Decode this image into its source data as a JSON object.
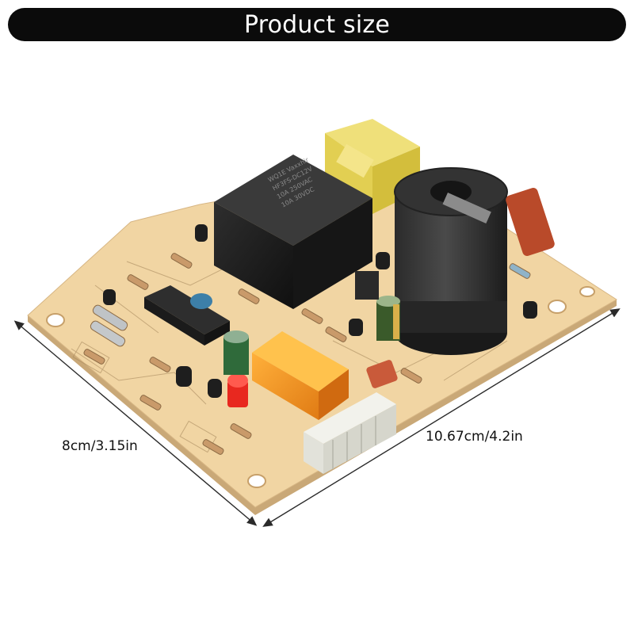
{
  "header": {
    "title": "Product size"
  },
  "dimensions": {
    "width_label": "8cm/3.15in",
    "length_label": "10.67cm/4.2in"
  },
  "product": {
    "image": "pcb-ignition-control-board",
    "relay_black_text": "WQ1E Vaxxhir",
    "relay_black_model": "HF3FS-DC12V",
    "relay_black_specs": [
      "10A 250VAC",
      "10A 30VDC"
    ]
  },
  "colors": {
    "title_bar": "#0b0b0b",
    "title_text": "#ffffff",
    "board": "#f1d5a3",
    "text": "#111111"
  }
}
